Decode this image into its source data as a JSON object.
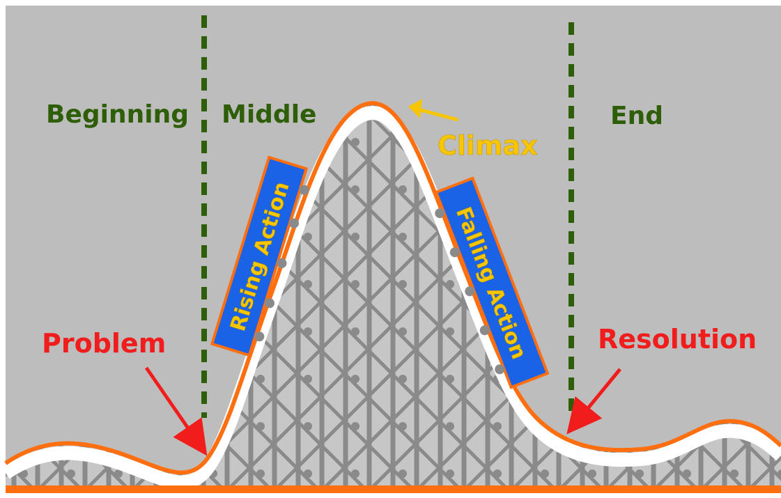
{
  "sections": {
    "beginning": "Beginning",
    "middle": "Middle",
    "end": "End"
  },
  "events": {
    "problem": "Problem",
    "climax": "Climax",
    "resolution": "Resolution"
  },
  "cars": {
    "rising": "Rising Action",
    "falling": "Falling Action"
  },
  "colors": {
    "background": "#bdbdbd",
    "track": "#ff6f0f",
    "structure": "#8a8a8a",
    "section_line": "#2f5e08",
    "event_text": "#f11c1c",
    "climax_text": "#f7c600",
    "car_fill": "#1a63e6"
  }
}
